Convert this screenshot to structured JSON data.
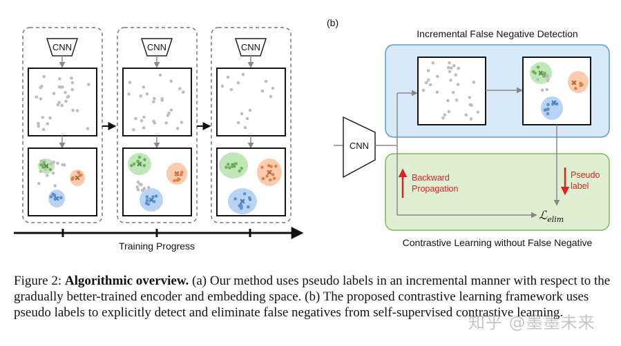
{
  "panel_a": {
    "cnn_label": "CNN",
    "axis_label": "Training Progress"
  },
  "panel_b": {
    "tag": "(b)",
    "top_title": "Incremental False Negative Detection",
    "cnn_label": "CNN",
    "backward_line1": "Backward",
    "backward_line2": "Propagation",
    "pseudo_line1": "Pseudo",
    "pseudo_line2": "label",
    "loss_symbol": "ℒ",
    "loss_sub": "elim",
    "bottom_title": "Contrastive Learning without False Negative"
  },
  "caption": {
    "prefix": "Figure 2: ",
    "bold": "Algorithmic overview.",
    "text": " (a) Our method uses pseudo labels in an incremental manner with respect to the gradually better-trained encoder and embedding space. (b) The proposed contrastive learning framework uses pseudo labels to explicitly detect and eliminate false negatives from self-supervised contrastive learning."
  },
  "watermark": "知乎 @墨墨未来",
  "colors": {
    "gray_dot": "#bdbdbd",
    "green": "#8cd47e",
    "orange": "#f5a36a",
    "blue": "#7fb0e8",
    "panel_blue_fill": "#d7e8f6",
    "panel_blue_stroke": "#5a9bd0",
    "panel_green_fill": "#dff0d2",
    "panel_green_stroke": "#78b85a",
    "red": "#e02020"
  }
}
